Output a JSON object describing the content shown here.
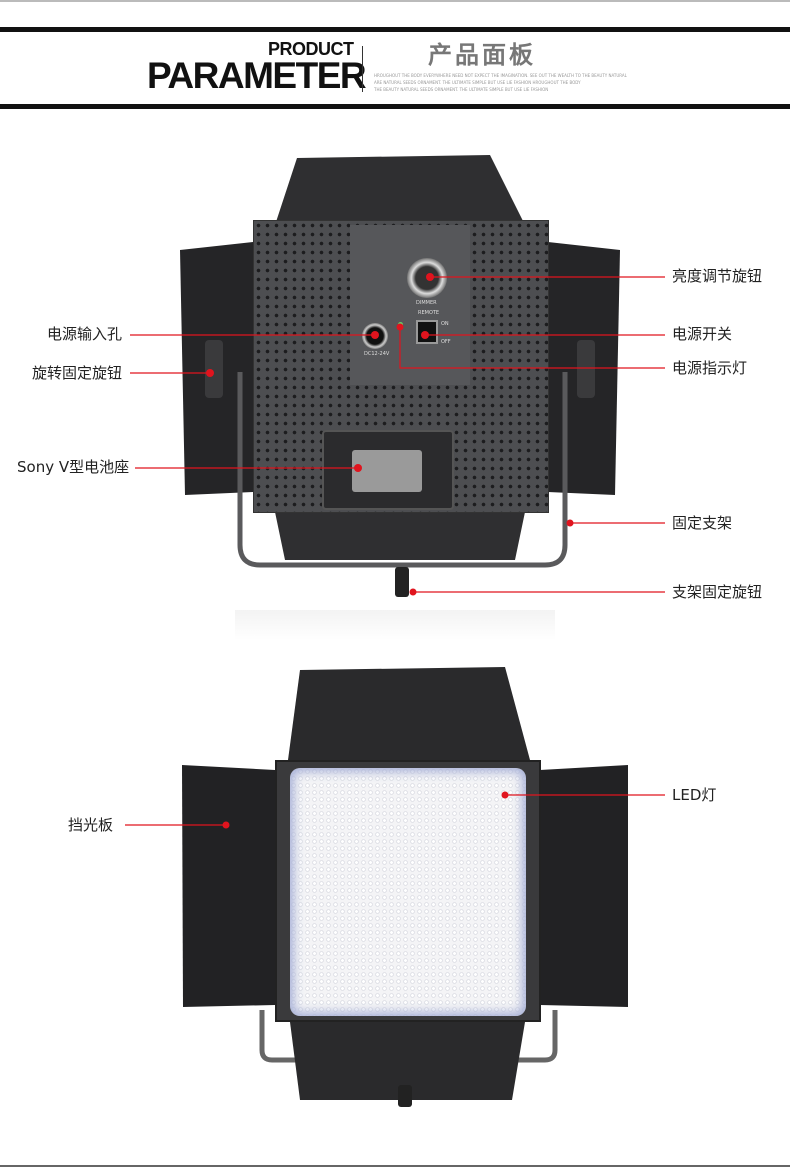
{
  "header": {
    "title_en_top": "PRODUCT",
    "title_en_main": "PARAMETER",
    "title_cn": "产品面板",
    "subtitle_lines": [
      "HROUGHOUT THE BODY EVERYWHERE NEED NOT EXPECT THE IMAGINATION. SEE OUT THE WEALTH TO THE BEAUTY NATURAL",
      "ARE NATURAL SEEDS ORNAMENT. THE ULTIMATE SIMPLE BUT USE LIE FASHION HROUGHOUT THE BODY",
      "THE BEAUTY NATURAL SEEDS ORNAMENT. THE ULTIMATE SIMPLE BUT USE LIE FASHION"
    ]
  },
  "device_text": {
    "dimmer": "DIMMER",
    "remote": "REMOTE",
    "dc": "DC12-24V",
    "on": "ON",
    "off": "OFF"
  },
  "back_view": {
    "labels": {
      "brightness_knob": "亮度调节旋钮",
      "power_input": "电源输入孔",
      "power_switch": "电源开关",
      "rotation_knob": "旋转固定旋钮",
      "power_indicator": "电源指示灯",
      "battery_mount": "Sony V型电池座",
      "bracket": "固定支架",
      "bracket_knob": "支架固定旋钮"
    }
  },
  "front_view": {
    "labels": {
      "barn_door": "挡光板",
      "led": "LED灯"
    }
  },
  "colors": {
    "callout": "#e0141e"
  }
}
